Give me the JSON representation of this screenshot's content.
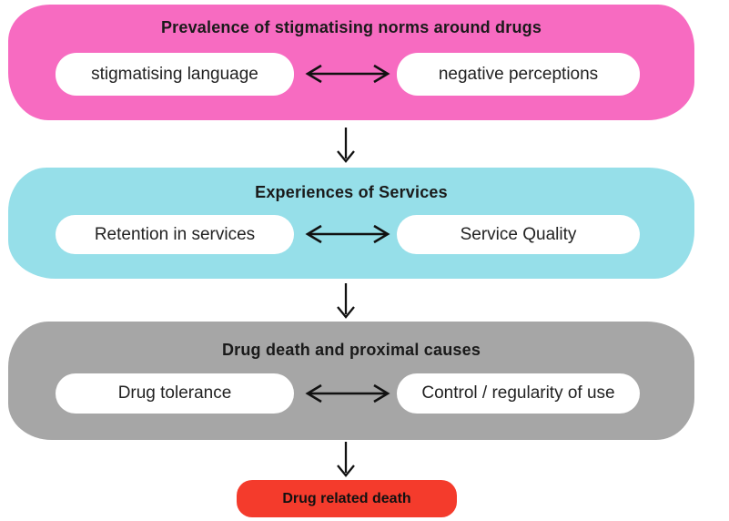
{
  "figure": {
    "background_color": "#ffffff",
    "text_color": "#1a1a1a",
    "arrow_color": "#111111",
    "node_background_color": "#ffffff",
    "sections": [
      {
        "title": "Prevalence of stigmatising norms around drugs",
        "color": "#f76bc1",
        "left_node": "stigmatising language",
        "right_node": "negative perceptions",
        "connector_icon": "bidirectional-arrow"
      },
      {
        "title": "Experiences of Services",
        "color": "#96dfe9",
        "left_node": "Retention in services",
        "right_node": "Service Quality",
        "connector_icon": "bidirectional-arrow"
      },
      {
        "title": "Drug death and proximal causes",
        "color": "#a6a6a6",
        "left_node": "Drug tolerance",
        "right_node": "Control / regularity of use",
        "connector_icon": "bidirectional-arrow"
      }
    ],
    "flow_connector_icon": "down-arrow",
    "outcome": {
      "label": "Drug related death",
      "color": "#f43b2c"
    }
  }
}
